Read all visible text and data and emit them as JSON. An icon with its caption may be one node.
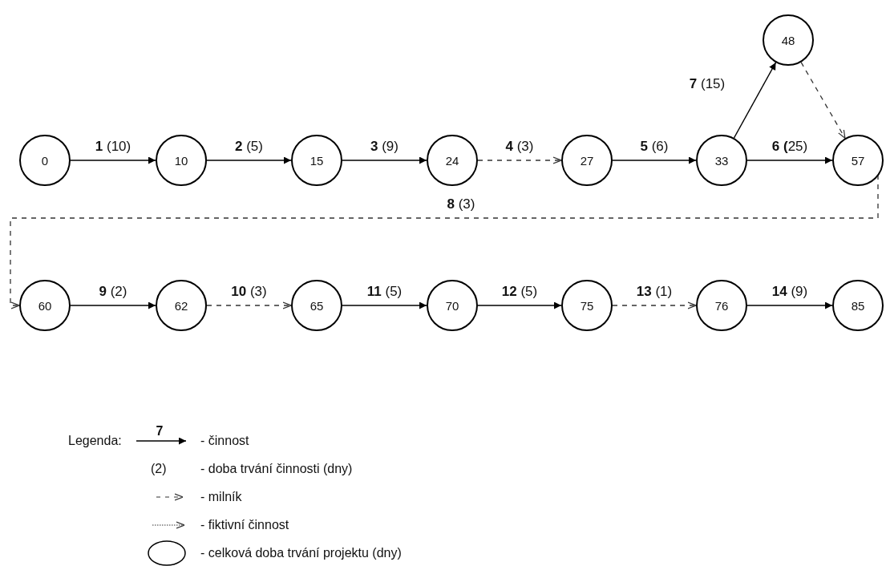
{
  "diagram": {
    "nodes": [
      {
        "text": [
          "0"
        ]
      },
      {
        "text": [
          "10"
        ]
      },
      {
        "text": [
          "15"
        ]
      },
      {
        "text": [
          "24"
        ]
      },
      {
        "text": [
          "27"
        ]
      },
      {
        "text": [
          "33"
        ]
      },
      {
        "text": [
          "48"
        ]
      },
      {
        "text": [
          "57"
        ]
      },
      {
        "text": [
          "60"
        ]
      },
      {
        "text": [
          "62"
        ]
      },
      {
        "text": [
          "65"
        ]
      },
      {
        "text": [
          "70"
        ]
      },
      {
        "text": [
          "75"
        ]
      },
      {
        "text": [
          "76"
        ]
      },
      {
        "text": [
          "85"
        ]
      }
    ],
    "edges": [
      {
        "from": 0,
        "to": 1,
        "arrow": "to",
        "label": "**1** (10)"
      },
      {
        "from": 1,
        "to": 2,
        "arrow": "to",
        "label": "**2** (5)"
      },
      {
        "from": 2,
        "to": 3,
        "arrow": "to",
        "label": "**3** (9)"
      },
      {
        "from": 3,
        "to": 4,
        "arrow": "to",
        "label": "**4** (3)",
        "style": "dashed"
      },
      {
        "from": 4,
        "to": 5,
        "arrow": "to",
        "label": "**5** (6)"
      },
      {
        "from": 5,
        "to": 7,
        "arrow": "to",
        "label": "**6 (**25)"
      },
      {
        "from": 5,
        "to": 6,
        "arrow": "to",
        "label": "**7** (15)"
      },
      {
        "from": 6,
        "to": 7,
        "arrow": "to",
        "style": "dashed"
      },
      {
        "from": 7,
        "to": 8,
        "arrow": "to",
        "label": "**8** (3)",
        "style": "dashed"
      },
      {
        "from": 8,
        "to": 9,
        "arrow": "to",
        "label": "**9** (2)"
      },
      {
        "from": 9,
        "to": 10,
        "arrow": "to",
        "label": "**10** (3)",
        "style": "dashed"
      },
      {
        "from": 10,
        "to": 11,
        "arrow": "to",
        "label": "**11** (5)"
      },
      {
        "from": 11,
        "to": 12,
        "arrow": "to",
        "label": "**12** (5)"
      },
      {
        "from": 12,
        "to": 13,
        "arrow": "to",
        "label": "**13** (1)",
        "style": "dashed"
      },
      {
        "from": 13,
        "to": 14,
        "arrow": "to",
        "label": "**14** (9)"
      }
    ],
    "labels": [
      "Legenda:",
      "7",
      "(2)"
    ],
    "legend": [
      {
        "text": "- činnost"
      },
      {
        "text": "- doba trvání činnosti (dny)"
      },
      {
        "text": "- milník"
      },
      {
        "text": "- fiktivní činnost"
      },
      {
        "text": "- celková doba trvání projektu (dny)"
      }
    ]
  }
}
